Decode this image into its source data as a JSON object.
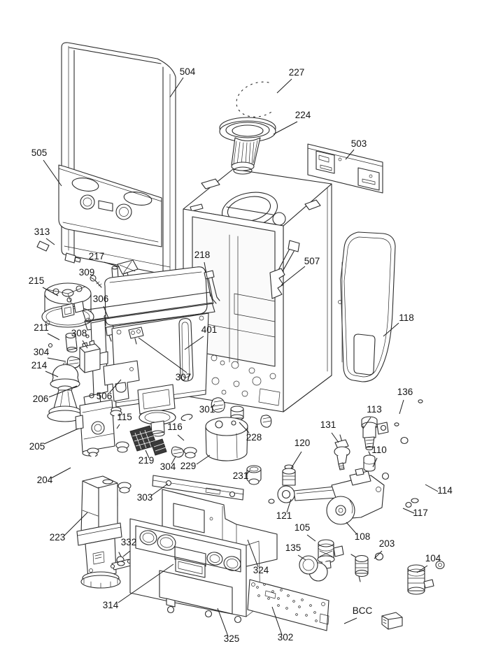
{
  "figure": {
    "type": "exploded-parts-diagram",
    "background_color": "#ffffff",
    "line_color": "#2b2b2b",
    "label_color": "#141414"
  },
  "callouts": [
    {
      "text": "504"
    },
    {
      "text": "227"
    },
    {
      "text": "224"
    },
    {
      "text": "503"
    },
    {
      "text": "505"
    },
    {
      "text": "313"
    },
    {
      "text": "217"
    },
    {
      "text": "218"
    },
    {
      "text": "507"
    },
    {
      "text": "309"
    },
    {
      "text": "215"
    },
    {
      "text": "306"
    },
    {
      "text": "118"
    },
    {
      "text": "211"
    },
    {
      "text": "308"
    },
    {
      "text": "401"
    },
    {
      "text": "304"
    },
    {
      "text": "214"
    },
    {
      "text": "206"
    },
    {
      "text": "506"
    },
    {
      "text": "307"
    },
    {
      "text": "301"
    },
    {
      "text": "228"
    },
    {
      "text": "205"
    },
    {
      "text": "115"
    },
    {
      "text": "116"
    },
    {
      "text": "219"
    },
    {
      "text": "304"
    },
    {
      "text": "229"
    },
    {
      "text": "231"
    },
    {
      "text": "204"
    },
    {
      "text": "303"
    },
    {
      "text": "120"
    },
    {
      "text": "121"
    },
    {
      "text": "223"
    },
    {
      "text": "332"
    },
    {
      "text": "324"
    },
    {
      "text": "314"
    },
    {
      "text": "325"
    },
    {
      "text": "302"
    },
    {
      "text": "136"
    },
    {
      "text": "113"
    },
    {
      "text": "131"
    },
    {
      "text": "110"
    },
    {
      "text": "114"
    },
    {
      "text": "117"
    },
    {
      "text": "108"
    },
    {
      "text": "105"
    },
    {
      "text": "135"
    },
    {
      "text": "203"
    },
    {
      "text": "104"
    },
    {
      "text": "BCC"
    }
  ]
}
